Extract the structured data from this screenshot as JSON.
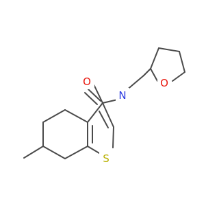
{
  "molecule": {
    "atoms": [
      {
        "label": "O",
        "color": "#e8180e"
      },
      {
        "label": "N",
        "color": "#2a3ae0"
      },
      {
        "label": "O",
        "color": "#e8180e"
      },
      {
        "label": "S",
        "color": "#b8b000"
      }
    ],
    "bond_color": "#4a4a4a",
    "background": "#ffffff"
  }
}
